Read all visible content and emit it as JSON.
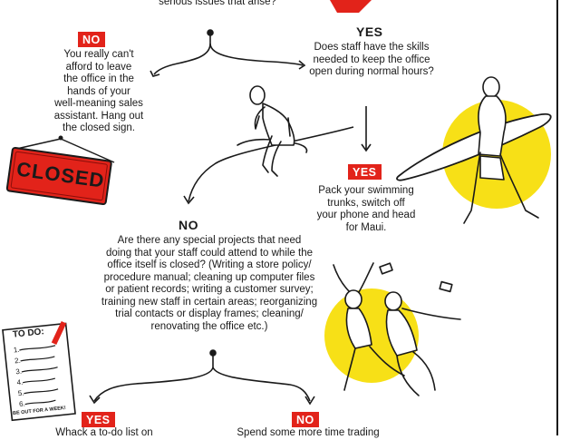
{
  "flowchart": {
    "top_question": "serious issues that arise?",
    "branch_no_1": {
      "label": "NO",
      "text": "You really can't\nafford to leave\nthe office in the\nhands of your\nwell-meaning sales\nassistant. Hang out\nthe closed sign."
    },
    "branch_yes_1": {
      "label": "YES",
      "text": "Does staff have the skills\nneeded to keep the office\nopen during normal hours?"
    },
    "branch_yes_2": {
      "label": "YES",
      "text": "Pack your swimming\ntrunks, switch off\nyour phone and head\nfor Maui."
    },
    "branch_no_2": {
      "label": "NO",
      "text": "Are there any special projects that need\ndoing that your staff could attend to while the\noffice itself is closed? (Writing a store policy/\nprocedure manual; cleaning up computer files\nor patient records; writing a customer survey;\ntraining new staff in certain areas; reorganizing\ntrial contacts or display frames; cleaning/\nrenovating the office etc.)"
    },
    "branch_yes_3": {
      "label": "YES",
      "text": "Whack a to-do list on"
    },
    "branch_no_3": {
      "label": "NO",
      "text": "Spend some more time trading"
    }
  },
  "illustrations": {
    "closed_sign": "CLOSED",
    "todo_title": "TO DO:",
    "todo_items": [
      "1.",
      "2.",
      "3.",
      "4.",
      "5.",
      "6."
    ],
    "todo_footer": "BE OUT FOR A WEEK!"
  },
  "colors": {
    "accent": "#e2231a",
    "highlight": "#f7e017",
    "ink": "#1a1a1a"
  }
}
